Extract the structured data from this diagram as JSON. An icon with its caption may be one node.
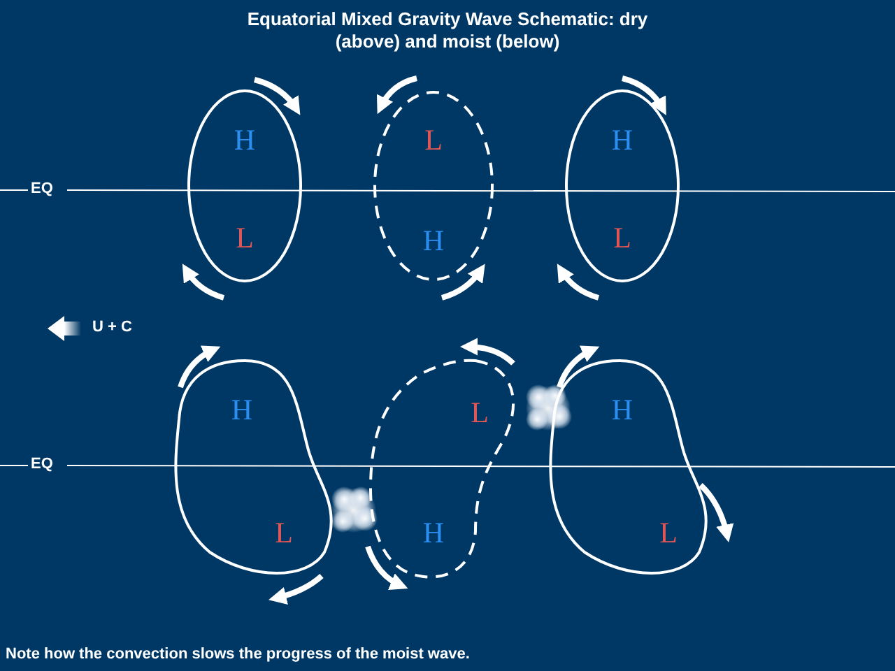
{
  "diagram": {
    "title": "Equatorial Mixed Gravity Wave Schematic: dry (above) and moist (below)",
    "nodes": [
      {
        "text": [
          "H",
          "L"
        ]
      },
      {
        "text": [
          "L",
          "H"
        ]
      },
      {
        "text": [
          "H",
          "L"
        ]
      },
      {
        "text": [
          "H",
          "L"
        ]
      },
      {
        "text": [
          "L",
          "H"
        ]
      },
      {
        "text": [
          "H",
          "L"
        ]
      }
    ],
    "labels": [
      "EQ",
      "U + C",
      "EQ",
      "Note how the convection slows the progress of the moist wave."
    ]
  }
}
